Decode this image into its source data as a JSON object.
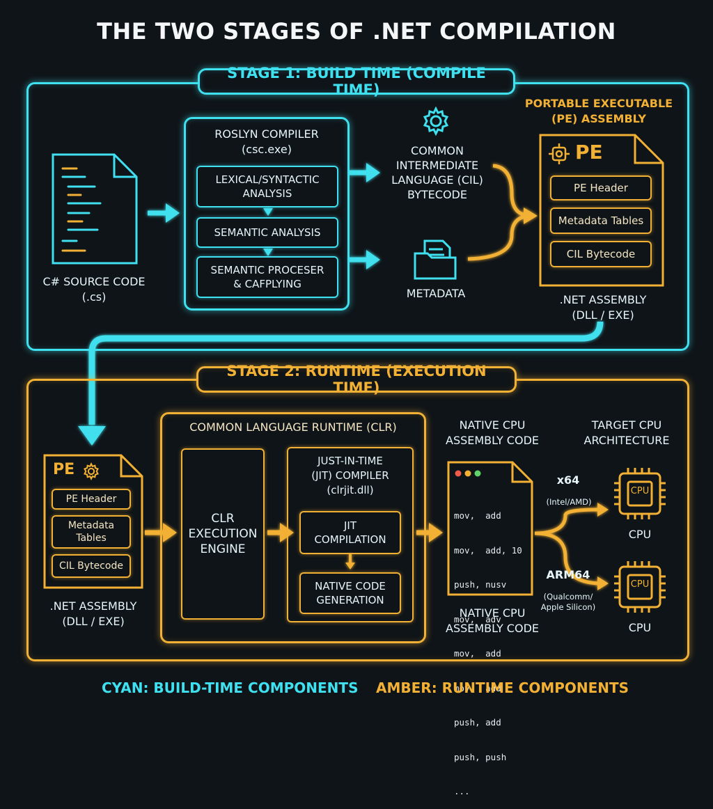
{
  "title": "THE TWO STAGES OF .NET COMPILATION",
  "stage1": {
    "label": "STAGE 1: BUILD TIME (COMPILE TIME)",
    "source": {
      "label": "C# SOURCE CODE\n(.cs)"
    },
    "compiler": {
      "title": "ROSLYN COMPILER\n(csc.exe)",
      "steps": [
        "LEXICAL/SYNTACTIC\nANALYSIS",
        "SEMANTIC ANALYSIS",
        "SEMANTIC PROCESER\n& CAFPLYING"
      ]
    },
    "cil": {
      "label": "COMMON\nINTERMEDIATE\nLANGUAGE (CIL)\nBYTECODE"
    },
    "metadata": {
      "label": "METADATA"
    },
    "pe": {
      "heading": "PORTABLE EXECUTABLE\n(PE) ASSEMBLY",
      "badge": "PE",
      "sections": [
        "PE Header",
        "Metadata Tables",
        "CIL Bytecode"
      ],
      "caption": ".NET ASSEMBLY\n(DLL / EXE)"
    }
  },
  "stage2": {
    "label": "STAGE 2: RUNTIME (EXECUTION TIME)",
    "pe": {
      "badge": "PE",
      "sections": [
        "PE Header",
        "Metadata\nTables",
        "CIL Bytecode"
      ],
      "caption": ".NET ASSEMBLY\n(DLL / EXE)"
    },
    "clr": {
      "title": "COMMON LANGUAGE RUNTIME (CLR)",
      "engine": "CLR\nEXECUTION\nENGINE",
      "jit": {
        "title": "JUST-IN-TIME\n(JIT) COMPILER\n(clrjit.dll)",
        "steps": [
          "JIT\nCOMPILATION",
          "NATIVE CODE\nGENERATION"
        ]
      }
    },
    "native": {
      "heading": "NATIVE CPU\nASSEMBLY CODE",
      "code": [
        "mov,  add",
        "mov,  add, 10",
        "push, nusv",
        "mov,  adv",
        "mov,  add",
        "mov,  add",
        "push, add",
        "push, push",
        "..."
      ],
      "caption": "NATIVE CPU\nASSEMBLY CODE"
    },
    "target": {
      "heading": "TARGET CPU\nARCHITECTURE",
      "cpus": [
        {
          "arch": "x64",
          "vendor": "(Intel/AMD)",
          "chip": "CPU",
          "label": "CPU"
        },
        {
          "arch": "ARM64",
          "vendor": "(Qualcomm/\nApple Silicon)",
          "chip": "CPU",
          "label": "CPU"
        }
      ]
    }
  },
  "legend": {
    "cyan": "CYAN: BUILD-TIME COMPONENTS",
    "amber": "AMBER: RUNTIME COMPONENTS"
  },
  "colors": {
    "cyan": "#3fe0ef",
    "amber": "#f2b134",
    "background": "#0f1418"
  }
}
